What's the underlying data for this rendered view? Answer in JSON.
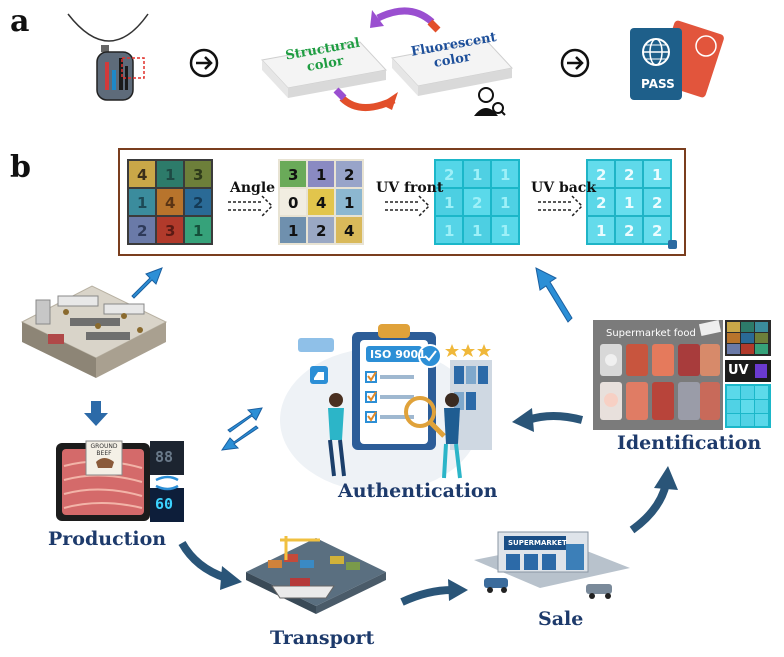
{
  "panels": {
    "a": "a",
    "b": "b"
  },
  "panel_a": {
    "structural_color": "Structural color",
    "fluorescent_color": "Fluorescent color",
    "pass_label": "PASS"
  },
  "strip": {
    "angle_label": "Angle",
    "uv_front_label": "UV front",
    "uv_back_label": "UV back",
    "grid1": [
      "4",
      "1",
      "3",
      "1",
      "4",
      "2",
      "2",
      "3",
      "1"
    ],
    "grid2": [
      "3",
      "1",
      "2",
      "0",
      "4",
      "1",
      "1",
      "2",
      "4"
    ],
    "grid3": [
      "2",
      "1",
      "1",
      "1",
      "2",
      "1",
      "1",
      "1",
      "1"
    ],
    "grid4": [
      "2",
      "2",
      "1",
      "2",
      "1",
      "2",
      "1",
      "2",
      "2"
    ]
  },
  "nodes": {
    "production": "Production",
    "transport": "Transport",
    "sale": "Sale",
    "identification": "Identification",
    "authentication": "Authentication"
  },
  "details": {
    "iso_label": "ISO 9001",
    "supermarket_food": "Supermarket food",
    "supermarket_sign": "SUPERMARKET",
    "uv_label": "UV",
    "meat_tag": "GROUND BEEF",
    "display_top": "88",
    "display_bottom": "60"
  },
  "colors": {
    "navy_label": "#1d3a6b",
    "arrow_teal": "#2a5578",
    "arrow_blue": "#2c8fd6",
    "strip_border": "#7a3e1e",
    "uv_cyan": "#54d6e8",
    "pass_blue": "#1e5f8a",
    "pass_red": "#e2553c"
  }
}
